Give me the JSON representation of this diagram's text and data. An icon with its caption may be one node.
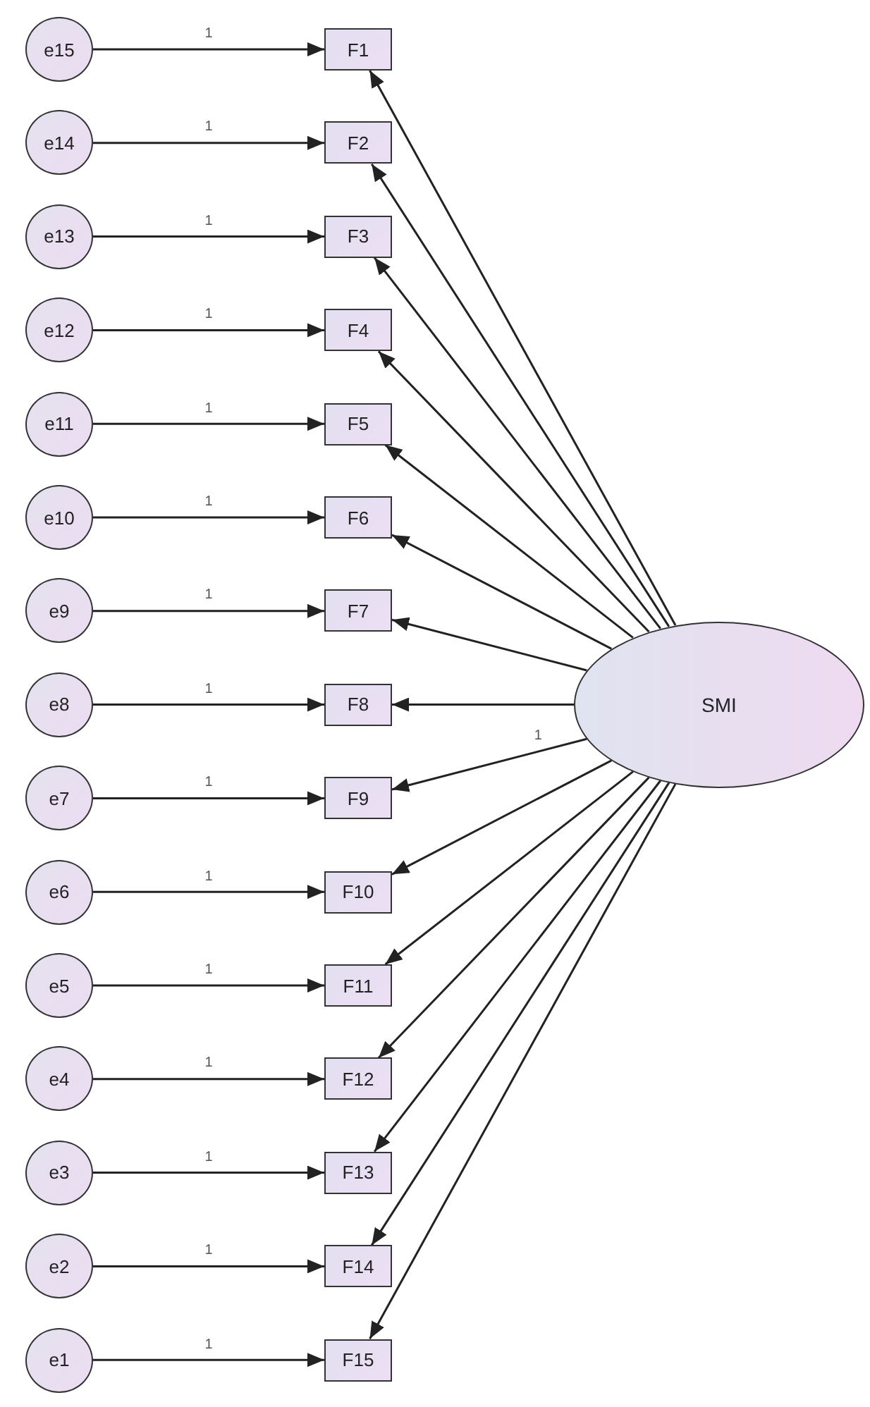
{
  "diagram": {
    "nodes": [
      {
        "text": [
          "e15"
        ]
      },
      {
        "text": [
          "e14"
        ]
      },
      {
        "text": [
          "e13"
        ]
      },
      {
        "text": [
          "e12"
        ]
      },
      {
        "text": [
          "e11"
        ]
      },
      {
        "text": [
          "e10"
        ]
      },
      {
        "text": [
          "e9"
        ]
      },
      {
        "text": [
          "e8"
        ]
      },
      {
        "text": [
          "e7"
        ]
      },
      {
        "text": [
          "e6"
        ]
      },
      {
        "text": [
          "e5"
        ]
      },
      {
        "text": [
          "e4"
        ]
      },
      {
        "text": [
          "e3"
        ]
      },
      {
        "text": [
          "e2"
        ]
      },
      {
        "text": [
          "e1"
        ]
      },
      {
        "text": [
          "F1"
        ]
      },
      {
        "text": [
          "F2"
        ]
      },
      {
        "text": [
          "F3"
        ]
      },
      {
        "text": [
          "F4"
        ]
      },
      {
        "text": [
          "F5"
        ]
      },
      {
        "text": [
          "F6"
        ]
      },
      {
        "text": [
          "F7"
        ]
      },
      {
        "text": [
          "F8"
        ]
      },
      {
        "text": [
          "F9"
        ]
      },
      {
        "text": [
          "F10"
        ]
      },
      {
        "text": [
          "F11"
        ]
      },
      {
        "text": [
          "F12"
        ]
      },
      {
        "text": [
          "F13"
        ]
      },
      {
        "text": [
          "F14"
        ]
      },
      {
        "text": [
          "F15"
        ]
      },
      {
        "text": [
          "SMI"
        ]
      }
    ],
    "edges": [
      {
        "from": 0,
        "to": 15,
        "arrow": "to",
        "label": "1"
      },
      {
        "from": 1,
        "to": 16,
        "arrow": "to",
        "label": "1"
      },
      {
        "from": 2,
        "to": 17,
        "arrow": "to",
        "label": "1"
      },
      {
        "from": 3,
        "to": 18,
        "arrow": "to",
        "label": "1"
      },
      {
        "from": 4,
        "to": 19,
        "arrow": "to",
        "label": "1"
      },
      {
        "from": 5,
        "to": 20,
        "arrow": "to",
        "label": "1"
      },
      {
        "from": 6,
        "to": 21,
        "arrow": "to",
        "label": "1"
      },
      {
        "from": 7,
        "to": 22,
        "arrow": "to",
        "label": "1"
      },
      {
        "from": 8,
        "to": 23,
        "arrow": "to",
        "label": "1"
      },
      {
        "from": 9,
        "to": 24,
        "arrow": "to",
        "label": "1"
      },
      {
        "from": 10,
        "to": 25,
        "arrow": "to",
        "label": "1"
      },
      {
        "from": 11,
        "to": 26,
        "arrow": "to",
        "label": "1"
      },
      {
        "from": 12,
        "to": 27,
        "arrow": "to",
        "label": "1"
      },
      {
        "from": 13,
        "to": 28,
        "arrow": "to",
        "label": "1"
      },
      {
        "from": 14,
        "to": 29,
        "arrow": "to",
        "label": "1"
      },
      {
        "from": 30,
        "to": 15,
        "arrow": "to"
      },
      {
        "from": 30,
        "to": 16,
        "arrow": "to"
      },
      {
        "from": 30,
        "to": 17,
        "arrow": "to"
      },
      {
        "from": 30,
        "to": 18,
        "arrow": "to"
      },
      {
        "from": 30,
        "to": 19,
        "arrow": "to"
      },
      {
        "from": 30,
        "to": 20,
        "arrow": "to"
      },
      {
        "from": 30,
        "to": 21,
        "arrow": "to"
      },
      {
        "from": 30,
        "to": 22,
        "arrow": "to"
      },
      {
        "from": 30,
        "to": 23,
        "arrow": "to",
        "label": "1"
      },
      {
        "from": 30,
        "to": 24,
        "arrow": "to"
      },
      {
        "from": 30,
        "to": 25,
        "arrow": "to"
      },
      {
        "from": 30,
        "to": 26,
        "arrow": "to"
      },
      {
        "from": 30,
        "to": 27,
        "arrow": "to"
      },
      {
        "from": 30,
        "to": 28,
        "arrow": "to"
      },
      {
        "from": 30,
        "to": 29,
        "arrow": "to"
      }
    ]
  }
}
